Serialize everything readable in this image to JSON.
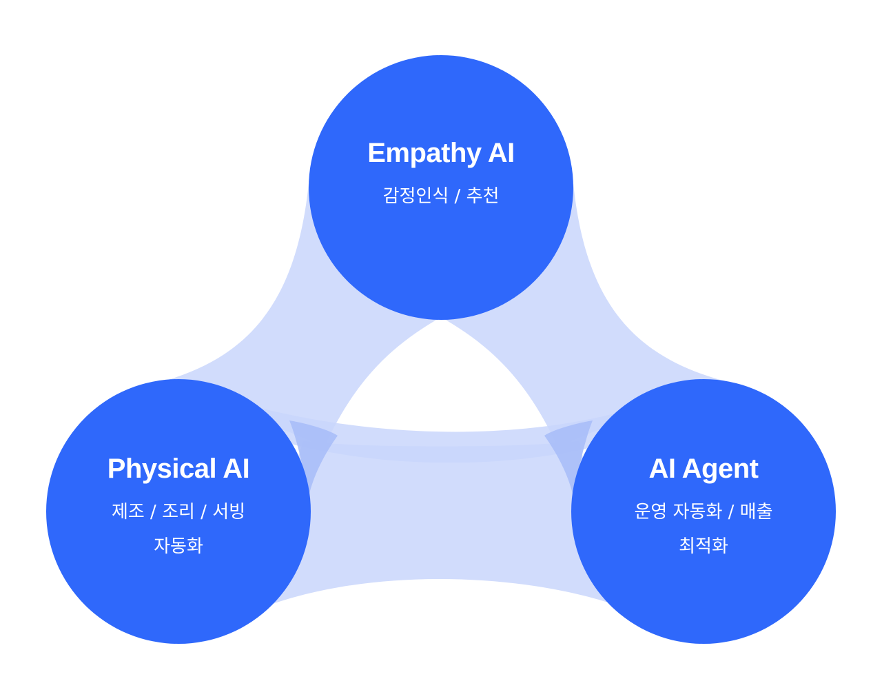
{
  "colors": {
    "node_fill": "#2f68fb",
    "band_fill": "#c9d6fb",
    "band_overlap": "#a9bef8",
    "background": "#ffffff",
    "text": "#ffffff"
  },
  "nodes": {
    "empathy": {
      "title": "Empathy AI",
      "subtitle": "감정인식 / 추천"
    },
    "physical": {
      "title": "Physical AI",
      "subtitle": "제조 / 조리 / 서빙\n자동화"
    },
    "agent": {
      "title": "AI Agent",
      "subtitle": "운영 자동화 / 매출\n최적화"
    }
  }
}
